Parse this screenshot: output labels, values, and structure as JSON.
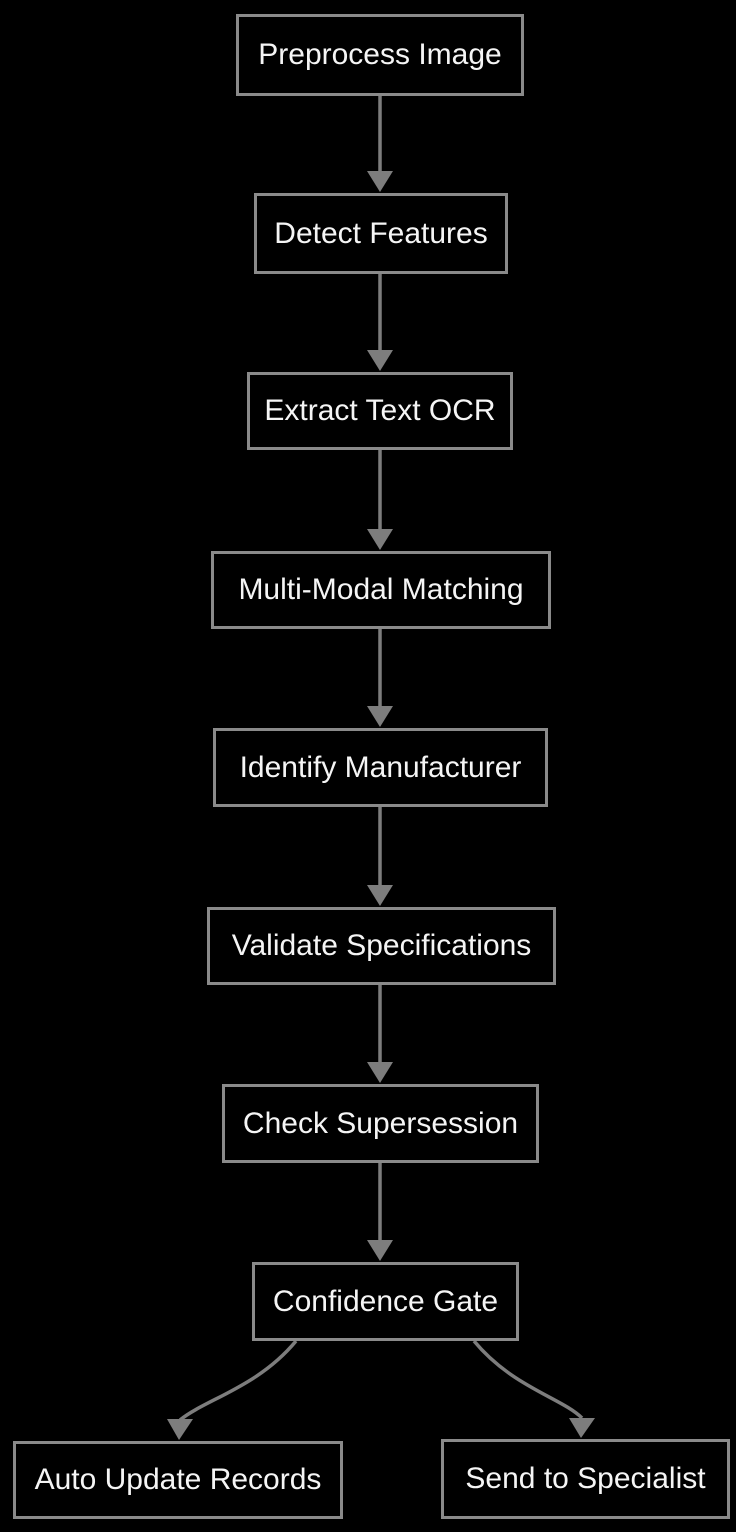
{
  "diagram": {
    "type": "flowchart",
    "direction": "top-down",
    "colors": {
      "background": "#000000",
      "node_fill": "#000000",
      "node_border": "#8a8a8a",
      "node_text": "#f5f5f5",
      "edge": "#7d7d7d"
    },
    "nodes": [
      {
        "id": "preprocess_image",
        "label": "Preprocess Image"
      },
      {
        "id": "detect_features",
        "label": "Detect Features"
      },
      {
        "id": "extract_text_ocr",
        "label": "Extract Text OCR"
      },
      {
        "id": "multi_modal_matching",
        "label": "Multi-Modal Matching"
      },
      {
        "id": "identify_manufacturer",
        "label": "Identify Manufacturer"
      },
      {
        "id": "validate_specifications",
        "label": "Validate Specifications"
      },
      {
        "id": "check_supersession",
        "label": "Check Supersession"
      },
      {
        "id": "confidence_gate",
        "label": "Confidence Gate"
      },
      {
        "id": "auto_update_records",
        "label": "Auto Update Records"
      },
      {
        "id": "send_to_specialist",
        "label": "Send to Specialist"
      }
    ],
    "edges": [
      {
        "from": "preprocess_image",
        "to": "detect_features"
      },
      {
        "from": "detect_features",
        "to": "extract_text_ocr"
      },
      {
        "from": "extract_text_ocr",
        "to": "multi_modal_matching"
      },
      {
        "from": "multi_modal_matching",
        "to": "identify_manufacturer"
      },
      {
        "from": "identify_manufacturer",
        "to": "validate_specifications"
      },
      {
        "from": "validate_specifications",
        "to": "check_supersession"
      },
      {
        "from": "check_supersession",
        "to": "confidence_gate"
      },
      {
        "from": "confidence_gate",
        "to": "auto_update_records"
      },
      {
        "from": "confidence_gate",
        "to": "send_to_specialist"
      }
    ]
  }
}
